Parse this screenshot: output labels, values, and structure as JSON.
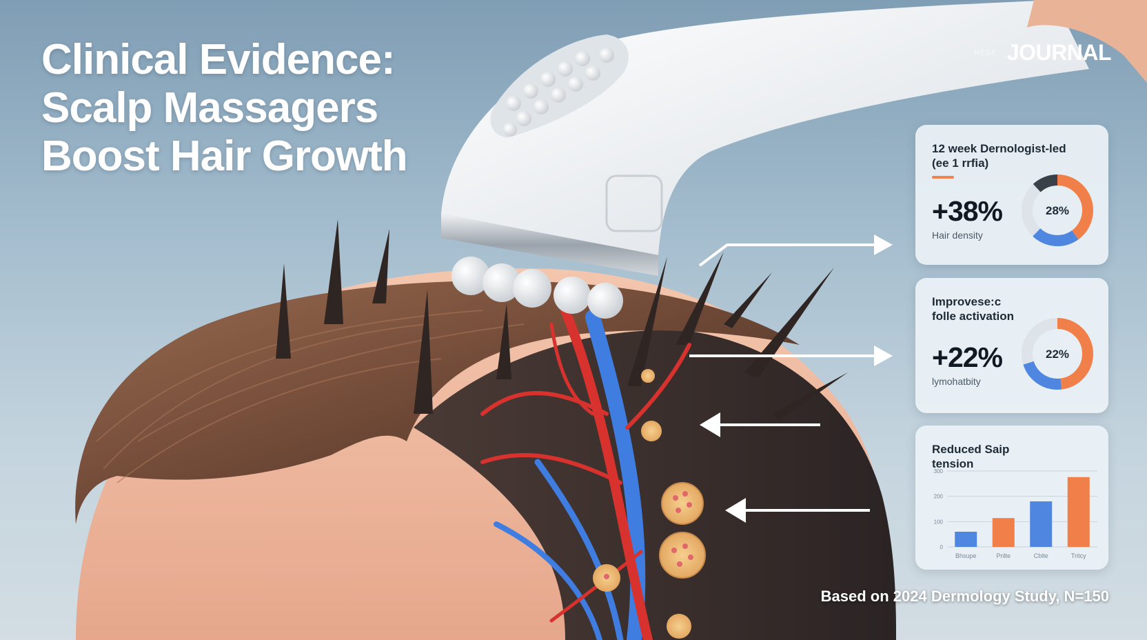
{
  "header": {
    "title_lines": [
      "Clinical Evidence:",
      "Scalp Massagers",
      "Boost Hair Growth"
    ],
    "brand_sub": "RESE",
    "brand_name": "JOURNAL"
  },
  "cards": [
    {
      "label_lines": [
        "12 week Dernologist-led",
        "(ee 1 rrfia)"
      ],
      "value": "+38%",
      "caption": "Hair density",
      "donut_label": "28%",
      "segments": [
        {
          "fraction": 0.4,
          "color": "#f07f4a"
        },
        {
          "fraction": 0.22,
          "color": "#4f86e0"
        },
        {
          "fraction": 0.26,
          "color": "#dde3e8"
        },
        {
          "fraction": 0.12,
          "color": "#3a4048"
        }
      ]
    },
    {
      "label_lines": [
        "Improvese:c",
        "folle activation"
      ],
      "value": "+22%",
      "caption": "lymohatbity",
      "donut_label": "22%",
      "segments": [
        {
          "fraction": 0.48,
          "color": "#f07f4a"
        },
        {
          "fraction": 0.22,
          "color": "#4f86e0"
        },
        {
          "fraction": 0.3,
          "color": "#dde3e8"
        }
      ]
    },
    {
      "label_lines": [
        "Reduced Saip",
        "tension"
      ]
    }
  ],
  "chart_data": {
    "type": "bar",
    "categories": [
      "Bhsupe",
      "Prilte",
      "Cblte",
      "Tritcy"
    ],
    "values": [
      20,
      38,
      60,
      92
    ],
    "colors": [
      "#4f86e0",
      "#f07f4a",
      "#4f86e0",
      "#f07f4a"
    ],
    "yticks": [
      "0",
      "100",
      "200",
      "300"
    ],
    "ylim": [
      0,
      100
    ],
    "grid": true
  },
  "footer": {
    "note": "Based on 2024 Dermology Study, N=150"
  },
  "colors": {
    "accent_orange": "#f07f4a",
    "accent_blue": "#4f86e0",
    "artery_red": "#d8322e",
    "vein_blue": "#3f7ee0"
  }
}
